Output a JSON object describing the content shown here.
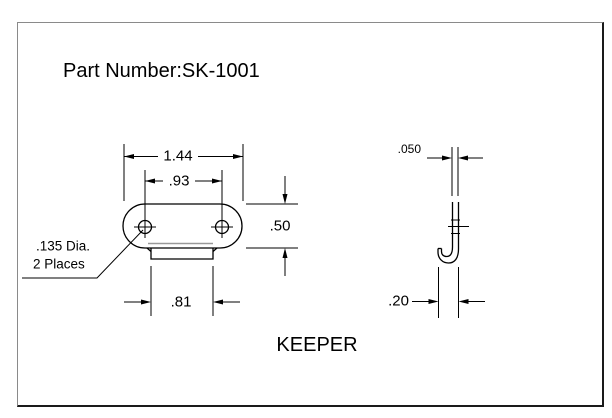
{
  "drawing": {
    "part_number": "Part Number:SK-1001",
    "title": "KEEPER"
  },
  "dims": {
    "overall_width": "1.44",
    "hole_spacing": ".93",
    "body_height": ".50",
    "tab_width": ".81",
    "thickness": ".050",
    "hook_depth": ".20"
  },
  "hole_note": {
    "line1": ".135 Dia.",
    "line2": "2 Places"
  },
  "colors": {
    "line": "#000000",
    "bend_line": "#999999",
    "border_light": "#8a8a8a",
    "border_dark": "#1a1a1a",
    "background": "#ffffff"
  }
}
